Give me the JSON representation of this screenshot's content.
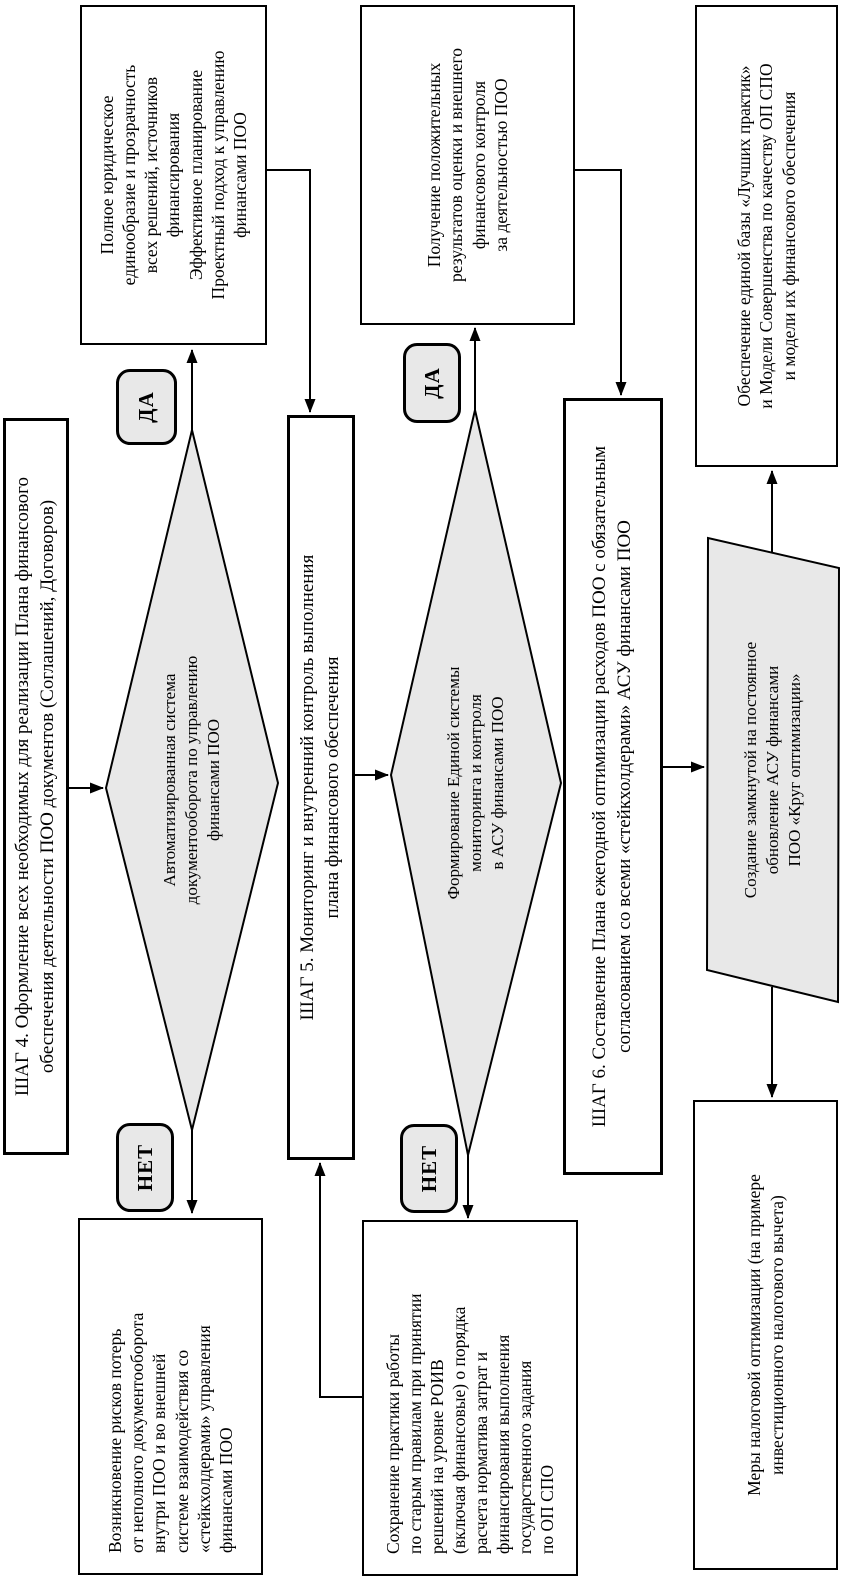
{
  "nodes": {
    "step4": {
      "text": "ШАГ 4. Оформление всех необходимых для реализации Плана финансового\nобеспечения деятельности ПОО документов (Соглашений, Договоров)"
    },
    "decision4": {
      "text": "Автоматизированная система\nдокументооборота по управлению\nфинансами ПОО"
    },
    "label_yes_1": "ДА",
    "label_no_1": "НЕТ",
    "outcome4_yes": {
      "text": "Полное юридическое\nединообразие и прозрачность\nвсех решений, источников\nфинансирования\nЭффективное планирование\nПроектный подход к управлению\nфинансами ПОО"
    },
    "outcome4_no": {
      "text": "Возникновение рисков потерь\nот неполного документооборота\nвнутри ПОО и во внешней\nсистеме взаимодействия со\n«стейкхолдерами» управления\nфинансами ПОО"
    },
    "step5": {
      "text": "ШАГ 5. Мониторинг и внутренний контроль выполнения\nплана финансового обеспечения"
    },
    "decision5": {
      "text": "Формирование Единой системы\nмониторинга и контроля\nв АСУ финансами ПОО"
    },
    "label_yes_2": "ДА",
    "label_no_2": "НЕТ",
    "outcome5_yes": {
      "text": "Получение положительных\nрезультатов оценки и внешнего\nфинансового контроля\nза деятельностью ПОО"
    },
    "outcome5_no": {
      "text": "Сохранение практики работы\nпо старым правилам при принятии\nрешений на уровне РОИВ\n(включая финансовые) о порядка\nрасчета норматива затрат и\nфинансирования выполнения\nгосударственного задания\nпо ОП СПО"
    },
    "step6": {
      "text": "ШАГ 6. Составление Плана ежегодной оптимизации расходов ПОО с обязательным\nсогласованием со всеми «стейкхолдерами» АСУ финансами ПОО"
    },
    "loop": {
      "text": "Создание замкнутой на постоянное\nобновление АСУ финансами\nПОО «Круг оптимизации»"
    },
    "best_practices": {
      "text": "Обеспечение единой базы «Лучших практик»\nи Модели Совершенства по качеству ОП СПО\nи модели их финансового обеспечения"
    },
    "tax_measures": {
      "text": "Меры налоговой оптимизации (на примере\nинвестиционного налогового вычета)"
    }
  },
  "colors": {
    "shape_fill": "#e8e8e8",
    "box_fill": "#ffffff",
    "stroke": "#000000"
  }
}
